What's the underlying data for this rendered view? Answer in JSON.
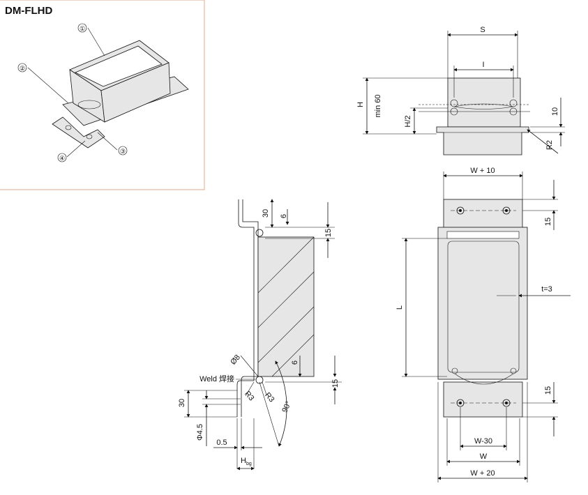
{
  "title": "DM-FLHD",
  "iso": {
    "callouts": [
      "①",
      "②",
      "③",
      "④"
    ]
  },
  "side_view": {
    "S": "S",
    "I": "I",
    "H": "H",
    "min60": "min 60",
    "H2": "H/2",
    "d10": "10",
    "R2": "R2"
  },
  "section_view": {
    "d30a": "30",
    "d6a": "6",
    "d15a": "15",
    "phi8": "Ø8",
    "weld": "Weld 焊接",
    "R3a": "R3",
    "R3b": "R3",
    "d6b": "6",
    "d15b": "15",
    "d30b": "30",
    "angle": "90°",
    "phi45": "Φ4.5",
    "d05": "0.5",
    "hbg": "H",
    "hbg_sub": "bg"
  },
  "plan_view": {
    "W10": "W + 10",
    "d15a": "15",
    "L": "L",
    "t": "t=3",
    "d15b": "15",
    "W30": "W-30",
    "W": "W",
    "W20": "W + 20"
  },
  "colors": {
    "part_fill": "#e6e6e6",
    "frame": "#e3b9a3",
    "line": "#111111"
  }
}
